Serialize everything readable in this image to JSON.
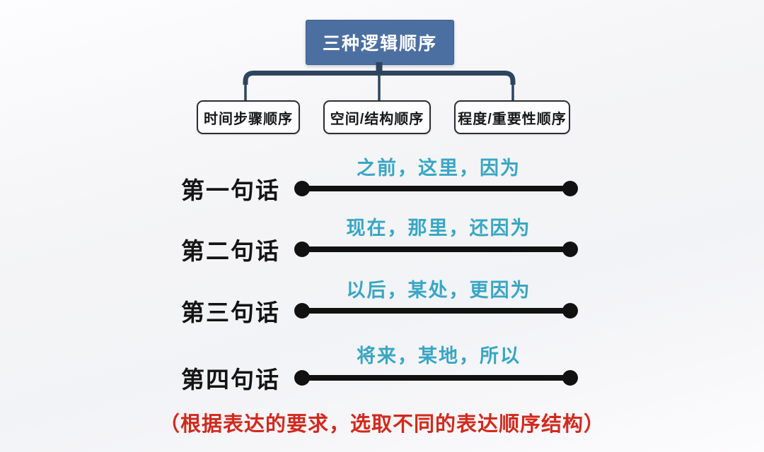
{
  "diagram": {
    "root": {
      "label": "三种逻辑顺序"
    },
    "branches": [
      {
        "label": "时间步骤顺序"
      },
      {
        "label": "空间/结构顺序"
      },
      {
        "label": "程度/重要性顺序"
      }
    ],
    "sentence_rows": [
      {
        "label": "第一句话",
        "annotation": "之前，这里，因为"
      },
      {
        "label": "第二句话",
        "annotation": "现在，那里，还因为"
      },
      {
        "label": "第三句话",
        "annotation": "以后，某处，更因为"
      },
      {
        "label": "第四句话",
        "annotation": "将来，某地，所以"
      }
    ],
    "footnote": "（根据表达的要求，选取不同的表达顺序结构）",
    "colors": {
      "root_box_fill": "#4b6fa0",
      "root_box_text": "#ffffff",
      "connector": "#2e4560",
      "branch_border": "#2b2d30",
      "annotation_text": "#39a6c2",
      "timeline": "#111111",
      "footnote_text": "#d02a1e"
    }
  }
}
